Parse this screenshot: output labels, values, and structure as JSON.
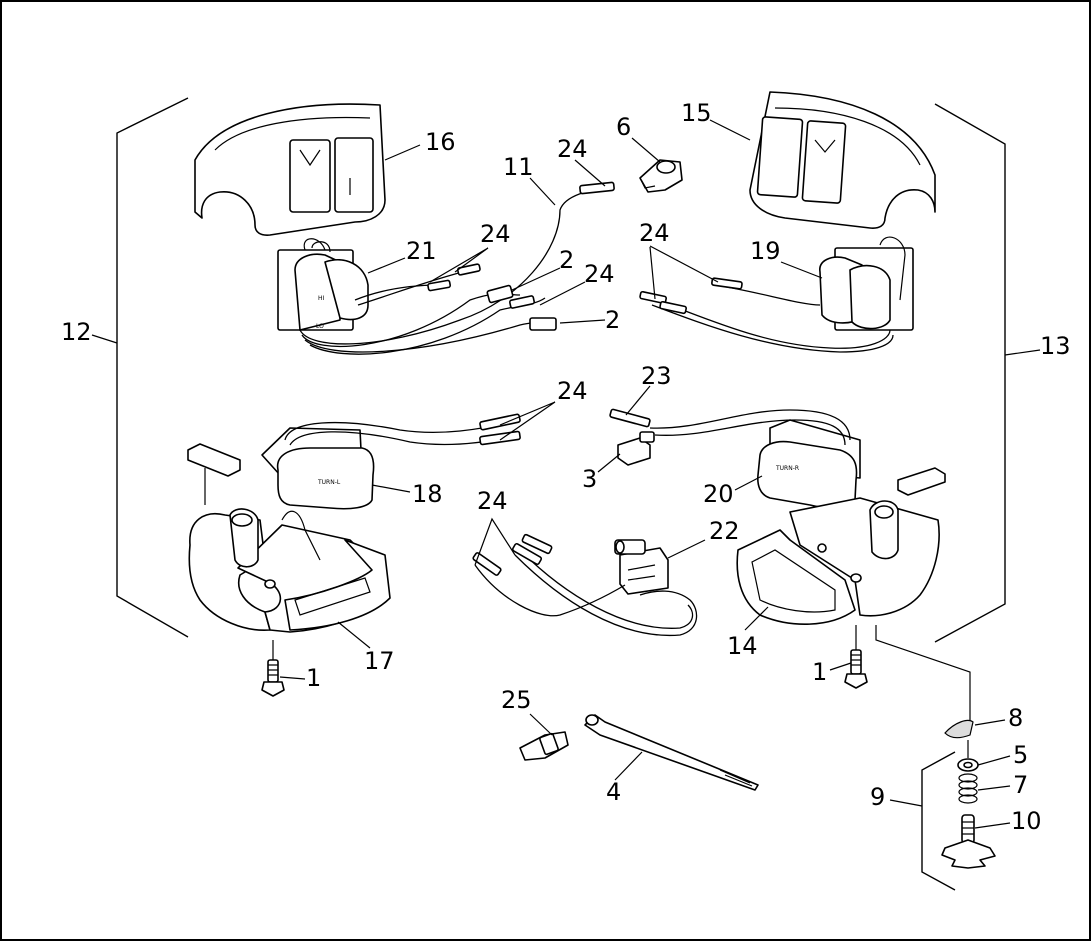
{
  "diagram": {
    "labels": [
      {
        "text": "16"
      },
      {
        "text": "15"
      },
      {
        "text": "6"
      },
      {
        "text": "24"
      },
      {
        "text": "11"
      },
      {
        "text": "24"
      },
      {
        "text": "24"
      },
      {
        "text": "19"
      },
      {
        "text": "21"
      },
      {
        "text": "2"
      },
      {
        "text": "24"
      },
      {
        "text": "2"
      },
      {
        "text": "12"
      },
      {
        "text": "13"
      },
      {
        "text": "24"
      },
      {
        "text": "23"
      },
      {
        "text": "3"
      },
      {
        "text": "18"
      },
      {
        "text": "20"
      },
      {
        "text": "24"
      },
      {
        "text": "22"
      },
      {
        "text": "17"
      },
      {
        "text": "14"
      },
      {
        "text": "1"
      },
      {
        "text": "1"
      },
      {
        "text": "25"
      },
      {
        "text": "4"
      },
      {
        "text": "8"
      },
      {
        "text": "5"
      },
      {
        "text": "7"
      },
      {
        "text": "9"
      },
      {
        "text": "10"
      }
    ],
    "switch_text": {
      "turn_l": "TURN-L",
      "turn_r": "TURN-R"
    }
  }
}
